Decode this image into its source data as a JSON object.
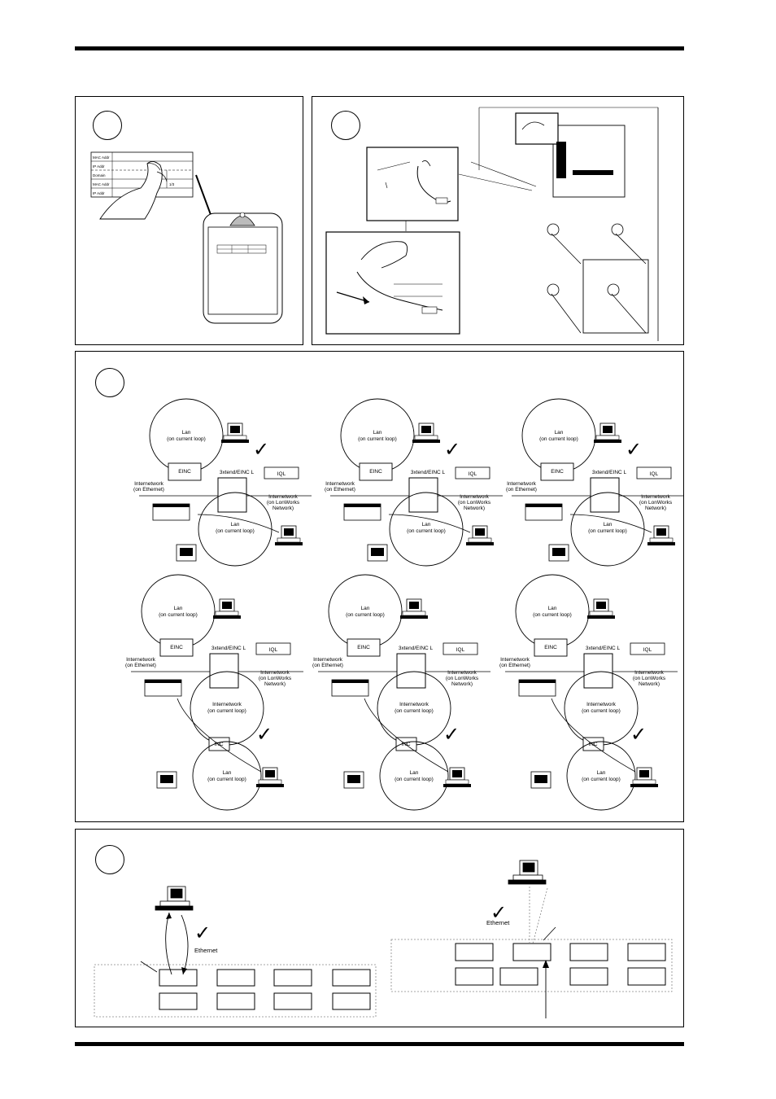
{
  "card": {
    "rows": [
      "MAC Addr",
      "IP Addr",
      "Domain",
      "MAC Addr",
      "IP Addr"
    ],
    "extra": "1/3"
  },
  "diagrams": {
    "lan_label": "Lan",
    "lan_sub": "(on current loop)",
    "internet_label": "Internetwork",
    "internet_sub": "(on current loop)",
    "einc": "EINC",
    "inc": "INC",
    "xtend": "3xtend/EINC L",
    "iql": "IQL",
    "ether_net": "Internetwork",
    "ether_sub": "(on Ethernet)",
    "lon_1": "Internetwork",
    "lon_2": "(on LonWorks",
    "lon_3": "Network)",
    "check": "✓"
  },
  "section4": {
    "ethernet_left": "Ethernet",
    "ethernet_right": "Ethernet"
  },
  "colors": {
    "ink": "#000000",
    "paper": "#ffffff",
    "gray": "#888888"
  }
}
